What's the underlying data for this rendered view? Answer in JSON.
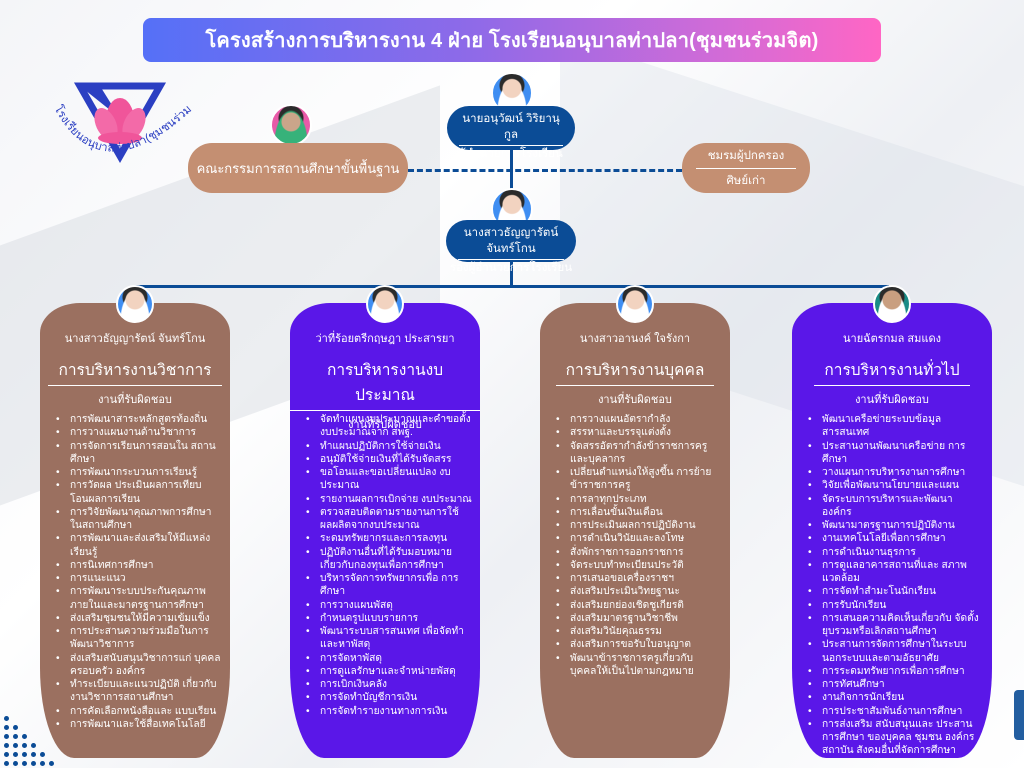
{
  "title": "โครงสร้างการบริหารงาน 4 ฝ่าย โรงเรียนอนุบาลท่าปลา(ชุมชนร่วมจิต)",
  "logo": {
    "icon": "lotus-triangle-logo",
    "text": "โรงเรียนอนุบาลท่าปลา(ชุมชนร่วมจิต)",
    "colors": {
      "triangle": "#2b3fc2",
      "lotus": "#f0559a"
    }
  },
  "director": {
    "name": "นายอนุวัฒน์ วิริยานุกูล",
    "position": "ผู้อำนวยการโรงเรียน"
  },
  "board": {
    "label": "คณะกรรมการสถานศึกษาขั้นพื้นฐาน"
  },
  "parents_club": {
    "line1": "ชมรมผู้ปกครอง",
    "line2": "ศิษย์เก่า"
  },
  "deputy": {
    "name": "นางสาวธัญญารัตน์ จันทร์โกน",
    "position": "รองผู้อำนวยการโรงเรียน"
  },
  "colors": {
    "navy": "#0b4c96",
    "tan": "#c48f72",
    "brown": "#9b7060",
    "purple": "#5a17e8",
    "title_gradient_start": "#5570f7",
    "title_gradient_end": "#ff66c4"
  },
  "departments": [
    {
      "person": "นางสาวธัญญารัตน์ จันทร์โกน",
      "title": "การบริหารงานวิชาการ",
      "subtitle": "งานที่รับผิดชอบ",
      "duties": [
        "การพัฒนาสาระหลักสูตรท้องถิ่น",
        "การวางแผนงานด้านวิชาการ",
        "การจัดการเรียนการสอนใน สถานศึกษา",
        "การพัฒนากระบวนการเรียนรู้",
        "การวัดผล ประเมินผลการเทียบ โอนผลการเรียน",
        "การวิจัยพัฒนาคุณภาพการศึกษา ในสถานศึกษา",
        "การพัฒนาและส่งเสริมให้มีแหล่ง เรียนรู้",
        "การนิเทศการศึกษา",
        "การแนะแนว",
        "การพัฒนาระบบประกันคุณภาพภายในและมาตรฐานการศึกษา",
        "ส่งเสริมชุมชนให้มีความเข้มแข็ง",
        "การประสานความร่วมมือในการ พัฒนาวิชาการ",
        "ส่งเสริมสนับสนุนวิชาการแก่ บุคคล ครอบครัว องค์กร",
        "ทำระเบียบและแนวปฏิบัติ เกี่ยวกับงานวิชาการสถานศึกษา",
        "การคัดเลือกหนังสือและ แบบเรียน",
        "การพัฒนาและใช้สื่อเทคโนโลยี"
      ]
    },
    {
      "person": "ว่าที่ร้อยตรีกฤษฎา ประสารยา",
      "title": "การบริหารงานงบประมาณ",
      "subtitle": "งานที่รับผิดชอบ",
      "duties": [
        "จัดทำแผนงบประมาณและคำขอตั้งงบประมาณจาก สพฐ.",
        "ทำแผนปฏิบัติการใช้จ่ายเงิน",
        "อนุมัติใช้จ่ายเงินที่ได้รับจัดสรร",
        "ขอโอนและขอเปลี่ยนแปลง งบประมาณ",
        "รายงานผลการเบิกจ่าย งบประมาณ",
        "ตรวจสอบติดตามรายงานการใช้ ผลผลิตจากงบประมาณ",
        "ระดมทรัพยากรและการลงทุน",
        "ปฏิบัติงานอื่นที่ได้รับมอบหมาย เกี่ยวกับกองทุนเพื่อการศึกษา",
        "บริหารจัดการทรัพยากรเพื่อ การศึกษา",
        "การวางแผนพัสดุ",
        "กำหนดรูปแบบรายการ",
        "พัฒนาระบบสารสนเทศ เพื่อจัดทำและหาพัสดุ",
        "การจัดหาพัสดุ",
        "การดูแลรักษาและจำหน่ายพัสดุ",
        "การเบิกเงินคลัง",
        "การจัดทำบัญชีการเงิน",
        "การจัดทำรายงานทางการเงิน"
      ]
    },
    {
      "person": "นางสาวอานงค์ ใจรังกา",
      "title": "การบริหารงานบุคคล",
      "subtitle": "งานที่รับผิดชอบ",
      "duties": [
        "การวางแผนอัตรากำลัง",
        "สรรหาและบรรจุแต่งตั้ง",
        "จัดสรรอัตรากำลังข้าราชการครู และบุคลากร",
        "เปลี่ยนตำแหน่งให้สูงขึ้น การย้ายข้าราชการครู",
        "การลาทุกประเภท",
        "การเลื่อนขั้นเงินเดือน",
        "การประเมินผลการปฏิบัติงาน",
        "การดำเนินวินัยและลงโทษ",
        "สั่งพักราชการออกราชการ",
        "จัดระบบทำทะเบียนประวัติ",
        "การเสนอขอเครื่องราชฯ",
        "ส่งเสริมประเมินวิทยฐานะ",
        "ส่งเสริมยกย่องเชิดชูเกียรติ",
        "ส่งเสริมมาตรฐานวิชาชีพ",
        "ส่งเสริมวินัยคุณธรรม",
        "ส่งเสริมการขอรับใบอนุญาต",
        "พัฒนาข้าราชการครูเกี่ยวกับ บุคคลให้เป็นไปตามกฎหมาย"
      ]
    },
    {
      "person": "นายฉัตรกมล สมแดง",
      "title": "การบริหารงานทั่วไป",
      "subtitle": "งานที่รับผิดชอบ",
      "duties": [
        "พัฒนาเครือข่ายระบบข้อมูล สารสนเทศ",
        "ประสานงานพัฒนาเครือข่าย การศึกษา",
        "วางแผนการบริหารงานการศึกษา",
        "วิจัยเพื่อพัฒนานโยบายและแผน",
        "จัดระบบการบริหารและพัฒนา องค์กร",
        "พัฒนามาตรฐานการปฏิบัติงาน",
        "งานเทคโนโลยีเพื่อการศึกษา",
        "การดำเนินงานธุรการ",
        "การดูแลอาคารสถานที่และ สภาพแวดล้อม",
        "การจัดทำสำมะโนนักเรียน",
        "การรับนักเรียน",
        "การเสนอความคิดเห็นเกี่ยวกับ จัดตั้งยุบรวมหรือเลิกสถานศึกษา",
        "ประสานการจัดการศึกษาในระบบ นอกระบบและตามอัธยาศัย",
        "การระดมทรัพยากรเพื่อการศึกษา",
        "การทัศนศึกษา",
        "งานกิจการนักเรียน",
        "การประชาสัมพันธ์งานการศึกษา",
        "การส่งเสริม สนับสนุนและ ประสานการศึกษา ของบุคคล ชุมชน องค์กร สถาบัน สังคมอื่นที่จัดการศึกษา"
      ]
    }
  ]
}
